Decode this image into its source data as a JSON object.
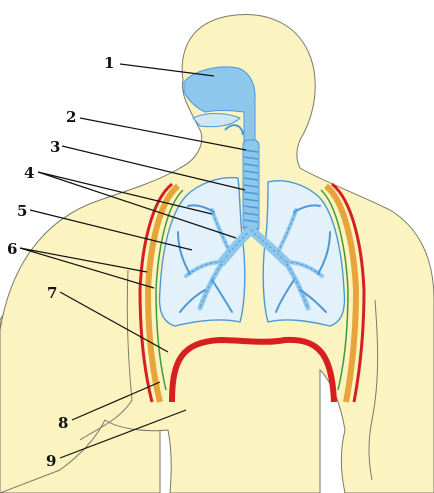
{
  "diagram": {
    "labels": [
      "1",
      "2",
      "3",
      "4",
      "5",
      "6",
      "7",
      "8",
      "9"
    ]
  },
  "colors": {
    "skin": "#fbf3c0",
    "outline": "#7a7a6a",
    "airway": "#8ec7ec",
    "airway_dark": "#4f98d6",
    "lung": "#e2f1fa",
    "pleura_outer": "#e8a33a",
    "muscle": "#d81f1f",
    "diaphragm": "#d81f1f",
    "membrane_green": "#3c9c3c"
  }
}
